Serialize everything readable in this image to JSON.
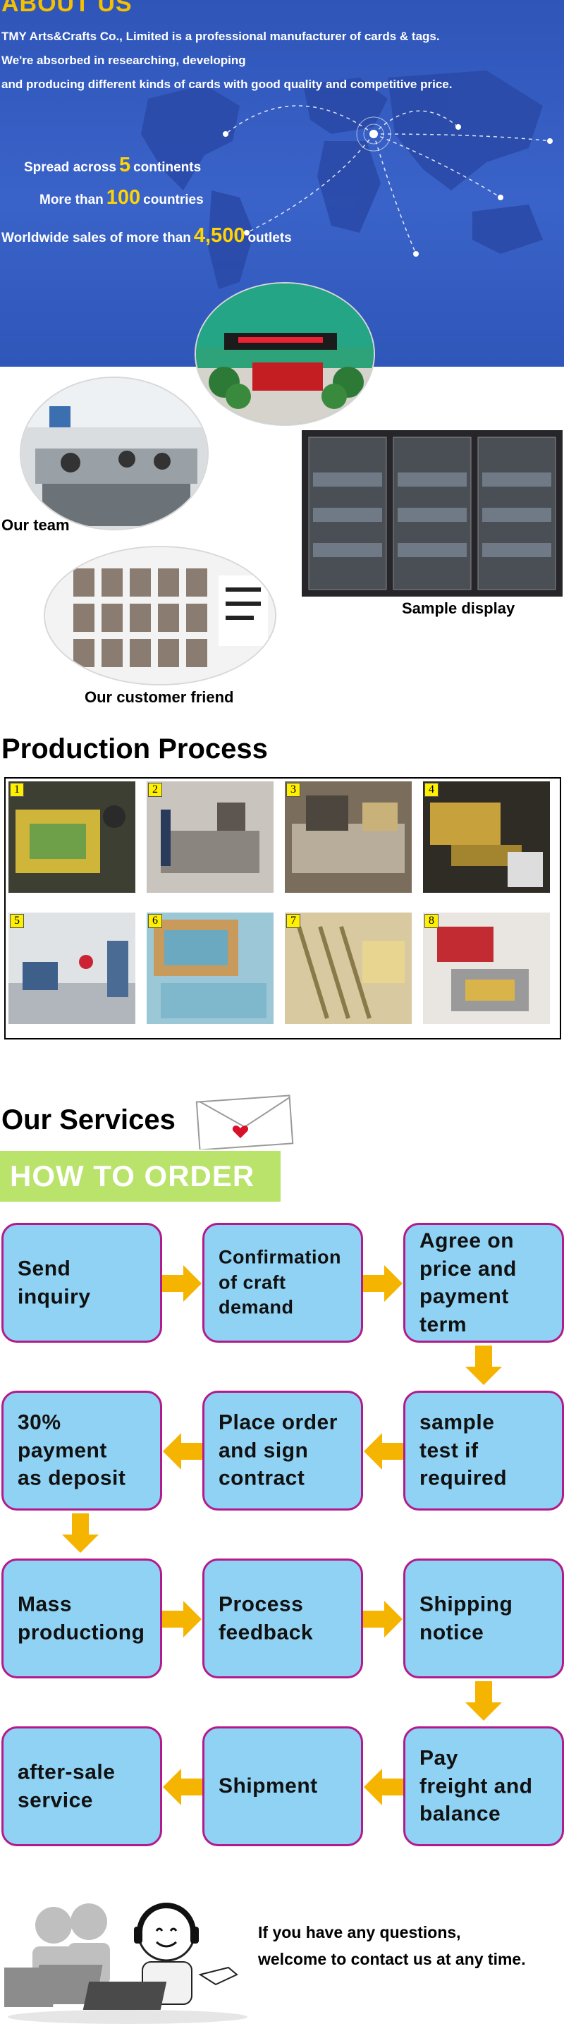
{
  "about": {
    "title": "ABOUT  US",
    "lines": [
      "TMY Arts&Crafts Co., Limited is a professional manufacturer of cards & tags.",
      "We're absorbed in researching, developing",
      "and producing different kinds of cards with good quality and competitive price."
    ],
    "stats": [
      {
        "pre": "Spread across",
        "num": "5",
        "post": "continents"
      },
      {
        "pre": "More than",
        "num": "100",
        "post": "countries"
      },
      {
        "pre": "Worldwide sales of more than",
        "num": "4,500",
        "post": "outlets"
      }
    ]
  },
  "photos": {
    "team": "Our team",
    "sample": "Sample display",
    "customer": "Our customer friend"
  },
  "process": {
    "title": "Production Process",
    "steps": [
      "1",
      "2",
      "3",
      "4",
      "5",
      "6",
      "7",
      "8"
    ]
  },
  "services": {
    "title": "Our Services",
    "how_to_order": "HOW TO ORDER",
    "steps": [
      "Send\ninquiry",
      "Confirmation\nof craft\ndemand",
      "Agree on\nprice and\npayment\nterm",
      "sample\ntest if\nrequired",
      "Place order\nand sign\ncontract",
      "30% payment\nas deposit",
      "Mass\nproductiong",
      "Process\nfeedback",
      "Shipping\nnotice",
      "Pay\nfreight and\nbalance",
      "Shipment",
      "after-sale\nservice"
    ]
  },
  "contact": {
    "text": "If you have any questions,\nwelcome to contact us at any time."
  },
  "colors": {
    "about_bg": "#3a63c9",
    "highlight": "#ffd400",
    "step_fill": "#8fd2f4",
    "step_border": "#b31a8c",
    "arrow": "#f5b400",
    "banner": "#b9e36b"
  }
}
